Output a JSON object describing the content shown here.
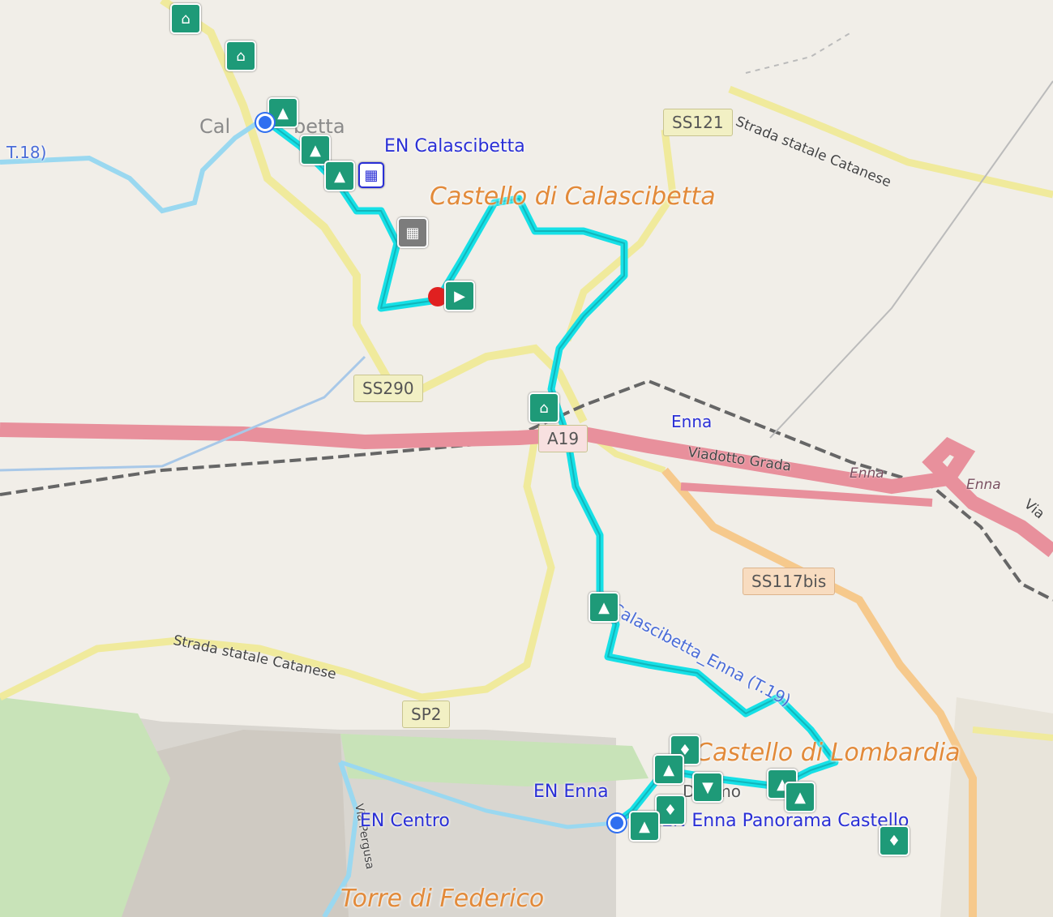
{
  "labels": {
    "calascibetta_town": "Cal",
    "calascibetta_town_2": "betta",
    "en_calascibetta": "EN Calascibetta",
    "castello_calascibetta": "Castello di Calascibetta",
    "enna_station": "Enna",
    "castello_lombardia": "Castello di Lombardia",
    "en_enna": "EN Enna",
    "en_centro": "EN Centro",
    "en_panorama": "EN Enna Panorama Castello",
    "torre_federico": "Torre di Federico",
    "trail_t19": "Calascibetta_Enna (T.19)",
    "trail_t18": "T.18)",
    "duomo": "Duomo"
  },
  "roads": {
    "ss121": "SS121",
    "ss290": "SS290",
    "a19": "A19",
    "ss117bis": "SS117bis",
    "sp2": "SP2",
    "strada_catanese_top": "Strada statale Catanese",
    "strada_catanese_bottom": "Strada statale Catanese",
    "viadotto_grada": "Viadotto Grada",
    "enna_exit_1": "Enna",
    "enna_exit_2": "Enna",
    "via_fragment": "Via",
    "via_roma": "Via Pergusa"
  },
  "colors": {
    "route": "#16e0e6",
    "motorway": "#e8909c",
    "primary": "#f0ea9c",
    "secondary": "#f6c98c",
    "poi": "#1e9a78",
    "urban": "#d9d6d0",
    "green": "#c8e3b8"
  },
  "icons": {
    "poi_church": "church-icon",
    "poi_bus": "bus-icon",
    "poi_parking": "parking-icon",
    "start": "start-icon",
    "end": "end-icon"
  }
}
